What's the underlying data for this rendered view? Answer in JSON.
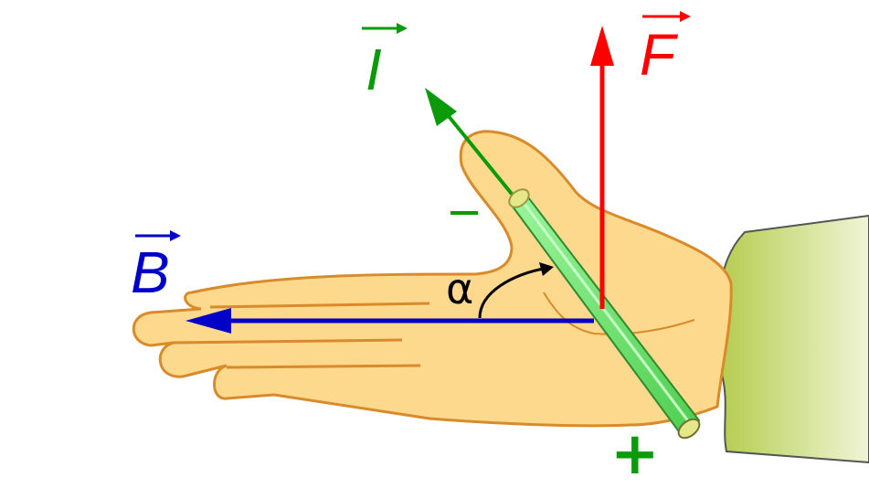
{
  "labels": {
    "current": "I",
    "force": "F",
    "field": "B",
    "angle": "α",
    "minus": "−",
    "plus": "+"
  },
  "colors": {
    "current": "#0a9a0a",
    "force": "#ff0000",
    "field": "#0000c8",
    "skin": "#fcd98c",
    "skin_outline": "#d98a2a",
    "sleeve": "#b9cf55",
    "wire": "#66e366",
    "wire_end": "#e6e78a",
    "angle_arc": "#000000"
  }
}
